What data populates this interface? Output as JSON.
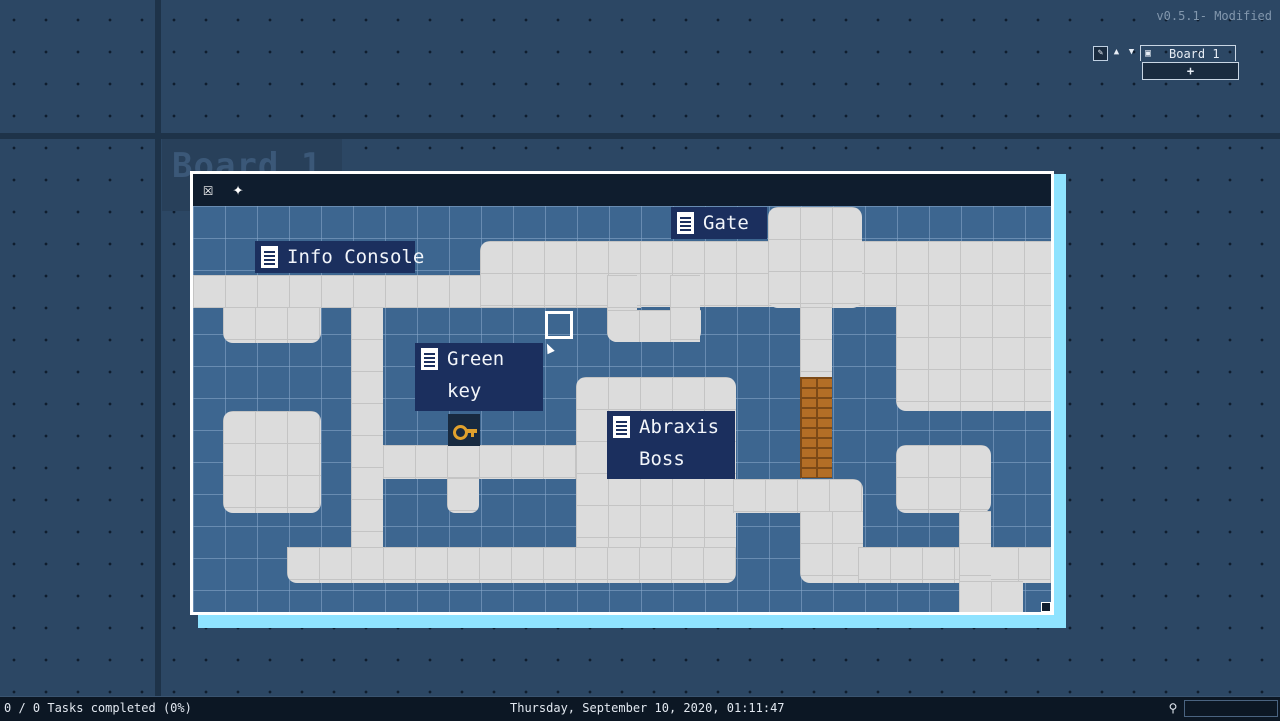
{
  "app": {
    "version": "v0.5.1- Modified"
  },
  "background_board": {
    "title": "Board 1"
  },
  "board_tabs": {
    "tab_label": "Board 1",
    "add_label": "+",
    "icons": [
      "pin-icon",
      "arrow-up-icon",
      "arrow-down-icon",
      "tab-toggle-icon"
    ]
  },
  "window": {
    "header_icons": [
      "close-icon",
      "wand-icon"
    ]
  },
  "map": {
    "notes": [
      {
        "id": "info-console",
        "line1": "Info Console",
        "line2": ""
      },
      {
        "id": "gate",
        "line1": "Gate",
        "line2": ""
      },
      {
        "id": "green-key",
        "line1": "Green",
        "line2": "key"
      },
      {
        "id": "abraxis-boss",
        "line1": "Abraxis",
        "line2": "Boss"
      }
    ],
    "items": [
      "key-icon",
      "brick-wall-icon"
    ],
    "colors": {
      "floor": "#dcdcdc",
      "background": "#3d6690",
      "note": "#1b2f5e",
      "key": "#e0a12d",
      "brick": "#b36e26",
      "window_shadow": "#8fe3ff"
    }
  },
  "statusbar": {
    "tasks": "0 / 0 Tasks completed (0%)",
    "datetime": "Thursday, September 10, 2020, 01:11:47"
  }
}
